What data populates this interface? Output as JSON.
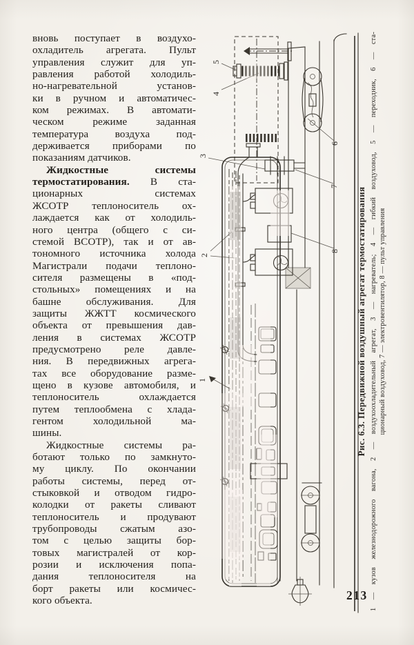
{
  "page": {
    "number": "213",
    "paper_color": "#f3f0ea",
    "ink_color": "#23201c"
  },
  "text_column": {
    "paragraphs": [
      {
        "indent": false,
        "lines": [
          [
            [
              "вновь поступает в воздухо-",
              0
            ]
          ],
          [
            [
              "охладитель агрегата. Пульт",
              0
            ]
          ],
          [
            [
              "управления служит для уп-",
              0
            ]
          ],
          [
            [
              "равления работой холодиль-",
              0
            ]
          ],
          [
            [
              "но-нагревательной установ-",
              0
            ]
          ],
          [
            [
              "ки в ручном и автоматичес-",
              0
            ]
          ],
          [
            [
              "ком режимах. В автомати-",
              0
            ]
          ],
          [
            [
              "ческом режиме заданная",
              0
            ]
          ],
          [
            [
              "температура воздуха под-",
              0
            ]
          ],
          [
            [
              "держивается приборами по",
              0
            ]
          ],
          [
            [
              "показаниям датчиков.",
              0
            ]
          ]
        ]
      },
      {
        "indent": true,
        "lines": [
          [
            [
              "Жидкостные системы",
              1
            ]
          ],
          [
            [
              "термостатирования.",
              1
            ],
            [
              " В ста-",
              0
            ]
          ],
          [
            [
              "ционарных системах",
              0
            ]
          ],
          [
            [
              "ЖСОТР теплоноситель ох-",
              0
            ]
          ],
          [
            [
              "лаждается как от холодиль-",
              0
            ]
          ],
          [
            [
              "ного центра (общего с си-",
              0
            ]
          ],
          [
            [
              "стемой ВСОТР), так и от ав-",
              0
            ]
          ],
          [
            [
              "тономного источника холода",
              0
            ]
          ],
          [
            [
              "Магистрали подачи теплоно-",
              0
            ]
          ],
          [
            [
              "сителя размещены в «под-",
              0
            ]
          ],
          [
            [
              "стольных» помещениях и на",
              0
            ]
          ],
          [
            [
              "башне обслуживания. Для",
              0
            ]
          ],
          [
            [
              "защиты ЖЖТТ космического",
              0
            ]
          ],
          [
            [
              "объекта от превышения дав-",
              0
            ]
          ],
          [
            [
              "ления в системах ЖСОТР",
              0
            ]
          ],
          [
            [
              "предусмотрено реле давле-",
              0
            ]
          ],
          [
            [
              "ния. В передвижных агрега-",
              0
            ]
          ],
          [
            [
              "тах все оборудование разме-",
              0
            ]
          ],
          [
            [
              "щено в кузове автомобиля, и",
              0
            ]
          ],
          [
            [
              "теплоноситель охлаждается",
              0
            ]
          ],
          [
            [
              "путем теплообмена с хлада-",
              0
            ]
          ],
          [
            [
              "гентом холодильной ма-",
              0
            ]
          ],
          [
            [
              "шины.",
              0
            ]
          ]
        ]
      },
      {
        "indent": true,
        "lines": [
          [
            [
              "Жидкостные системы ра-",
              0
            ]
          ],
          [
            [
              "ботают только по замкнуто-",
              0
            ]
          ],
          [
            [
              "му циклу. По окончании",
              0
            ]
          ],
          [
            [
              "работы системы, перед от-",
              0
            ]
          ],
          [
            [
              "стыковкой и отводом гидро-",
              0
            ]
          ],
          [
            [
              "колодки от ракеты сливают",
              0
            ]
          ],
          [
            [
              "теплоноситель и продувают",
              0
            ]
          ],
          [
            [
              "трубопроводы сжатым азо-",
              0
            ]
          ],
          [
            [
              "том с целью защиты бор-",
              0
            ]
          ],
          [
            [
              "товых магистралей от кор-",
              0
            ]
          ],
          [
            [
              "розии и исключения попа-",
              0
            ]
          ],
          [
            [
              "дания теплоносителя на",
              0
            ]
          ],
          [
            [
              "борт ракеты или космичес-",
              0
            ]
          ],
          [
            [
              "кого объекта.",
              0
            ]
          ]
        ]
      }
    ]
  },
  "figure": {
    "caption": {
      "title": "Рис. 6.3. Передвижной воздушный агрегат термостатирования",
      "legend_lines": [
        "1 — кузов железнодорожного вагона, 2 — воздухоохладительный агрегат, 3 — нагреватель; 4 — гибкий воздуховод, 5 — переходник, 6 — ста-",
        "ционарный воздуховод, 7 — электровентилятор, 8 — пульт управления"
      ]
    },
    "labels": {
      "l1": "1",
      "l2": "2",
      "l3": "3",
      "l4": "4",
      "l5": "5",
      "l6": "6",
      "l7": "7",
      "l8": "8"
    }
  }
}
